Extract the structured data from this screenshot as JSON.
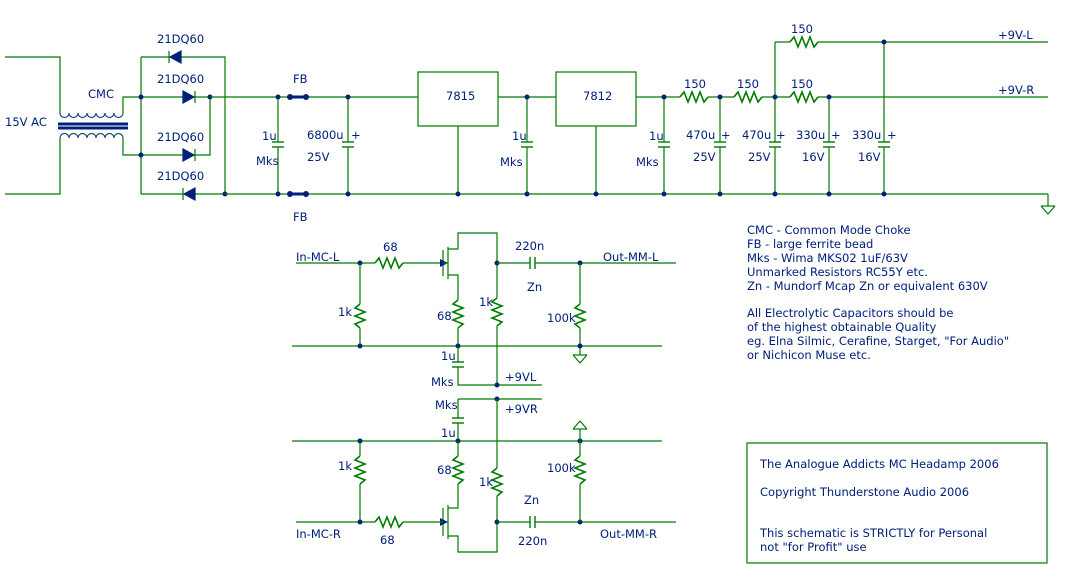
{
  "input": {
    "ac_label": "15V AC",
    "choke_label": "CMC"
  },
  "diodes": {
    "part": "21DQ60"
  },
  "psu": {
    "fb_label": "FB",
    "reg1": "7815",
    "reg2": "7812",
    "c_input_val": "1u",
    "c_input_type": "Mks",
    "c_bulk_val": "6800u",
    "c_bulk_volt": "25V",
    "c_reg_val": "1u",
    "c_reg_type": "Mks",
    "c_out_val": "1u",
    "c_out_type": "Mks",
    "r1": "150",
    "r2": "150",
    "r3": "150",
    "r4": "150",
    "c470a": "470u",
    "c470a_v": "25V",
    "c470b": "470u",
    "c470b_v": "25V",
    "c330a": "330u",
    "c330a_v": "16V",
    "c330b": "330u",
    "c330b_v": "16V",
    "out_l": "+9V-L",
    "out_r": "+9V-R"
  },
  "amp_l": {
    "in": "In-MC-L",
    "r_in": "68",
    "r_gnd": "1k",
    "r_src": "68",
    "r_drain": "1k",
    "c_bypass": "1u",
    "c_bypass_type": "Mks",
    "c_out": "220n",
    "c_out_type": "Zn",
    "r_load": "100k",
    "supply": "+9VL",
    "out": "Out-MM-L"
  },
  "amp_r": {
    "in": "In-MC-R",
    "r_in": "68",
    "r_gnd": "1k",
    "r_src": "68",
    "r_drain": "1k",
    "c_bypass": "1u",
    "c_bypass_type": "Mks",
    "c_out": "220n",
    "c_out_type": "Zn",
    "r_load": "100k",
    "supply": "+9VR",
    "out": "Out-MM-R"
  },
  "notes": [
    "CMC - Common Mode Choke",
    "FB - large ferrite bead",
    "Mks - Wima MKS02 1uF/63V",
    "Unmarked Resistors RC55Y etc.",
    "Zn - Mundorf Mcap Zn or equivalent 630V",
    "",
    "All Electrolytic Capacitors should be",
    "of the highest obtainable Quality",
    "eg. Elna Silmic, Cerafine, Starget, \"For Audio\"",
    "or Nichicon Muse etc."
  ],
  "title_block": {
    "title": "The Analogue Addicts MC Headamp 2006",
    "copyright": "Copyright Thunderstone Audio 2006",
    "usage1": "This schematic is STRICTLY for Personal",
    "usage2": "not \"for Profit\" use"
  }
}
